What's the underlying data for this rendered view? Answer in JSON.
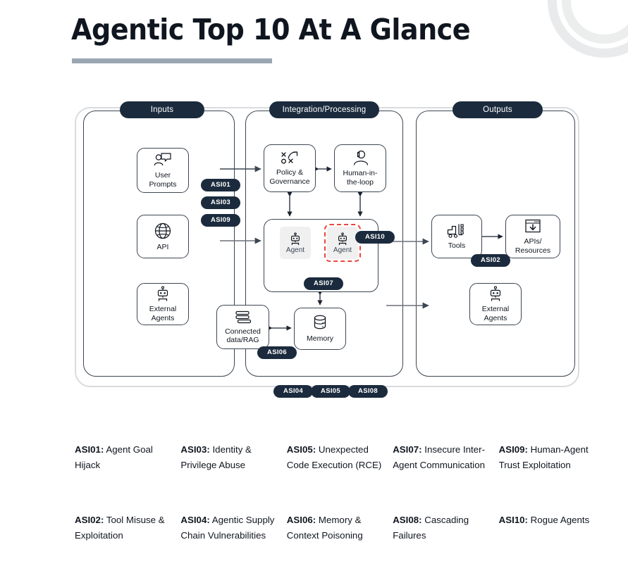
{
  "header": {
    "title": "Agentic Top 10 At A Glance"
  },
  "diagram": {
    "panels": [
      {
        "id": "inputs",
        "label": "Inputs"
      },
      {
        "id": "integration",
        "label": "Integration/Processing"
      },
      {
        "id": "outputs",
        "label": "Outputs"
      }
    ],
    "nodes": {
      "user_prompts": {
        "label_line1": "User",
        "label_line2": "Prompts",
        "icon": "user-chat-icon"
      },
      "api": {
        "label_line1": "API",
        "label_line2": "",
        "icon": "globe-icon"
      },
      "external_agents_in": {
        "label_line1": "External",
        "label_line2": "Agents",
        "icon": "robot-icon"
      },
      "policy": {
        "label_line1": "Policy &",
        "label_line2": "Governance",
        "icon": "strategy-icon"
      },
      "human_in_the_loop": {
        "label_line1": "Human-in-",
        "label_line2": "the-loop",
        "icon": "person-headset-icon"
      },
      "agent_a": {
        "label_line1": "Agent",
        "label_line2": "",
        "icon": "robot-icon"
      },
      "agent_b": {
        "label_line1": "Agent",
        "label_line2": "",
        "icon": "robot-icon"
      },
      "connected_data": {
        "label_line1": "Connected",
        "label_line2": "data/RAG",
        "icon": "books-icon"
      },
      "memory": {
        "label_line1": "Memory",
        "label_line2": "",
        "icon": "database-icon"
      },
      "tools": {
        "label_line1": "Tools",
        "label_line2": "",
        "icon": "forklift-icon"
      },
      "apis_resources": {
        "label_line1": "APIs/",
        "label_line2": "Resources",
        "icon": "window-download-icon"
      },
      "external_agents_out": {
        "label_line1": "External",
        "label_line2": "Agents",
        "icon": "robot-icon"
      }
    },
    "risk_badges": {
      "asi01": "ASI01",
      "asi02": "ASI02",
      "asi03": "ASI03",
      "asi04": "ASI04",
      "asi05": "ASI05",
      "asi06": "ASI06",
      "asi07": "ASI07",
      "asi08": "ASI08",
      "asi09": "ASI09",
      "asi10": "ASI10"
    }
  },
  "legend": [
    {
      "code": "ASI01:",
      "text": " Agent Goal Hijack"
    },
    {
      "code": "ASI02:",
      "text": " Tool Misuse & Exploitation"
    },
    {
      "code": "ASI03:",
      "text": " Identity & Privilege Abuse"
    },
    {
      "code": "ASI04:",
      "text": " Agentic Supply Chain Vulnerabilities"
    },
    {
      "code": "ASI05:",
      "text": " Unexpected Code Execution (RCE)"
    },
    {
      "code": "ASI06:",
      "text": " Memory & Context Poisoning"
    },
    {
      "code": "ASI07:",
      "text": " Insecure Inter-Agent Communication"
    },
    {
      "code": "ASI08:",
      "text": " Cascading Failures"
    },
    {
      "code": "ASI09:",
      "text": " Human-Agent Trust Exploitation"
    },
    {
      "code": "ASI10:",
      "text": " Rogue Agents"
    }
  ],
  "colors": {
    "pill_navy": "#1b2b3d",
    "stroke_dark": "#3c4653",
    "alert_red": "#e8453c",
    "rule_gray": "#9aa6b2",
    "agent_chip_gray": "#f0f0f1"
  }
}
